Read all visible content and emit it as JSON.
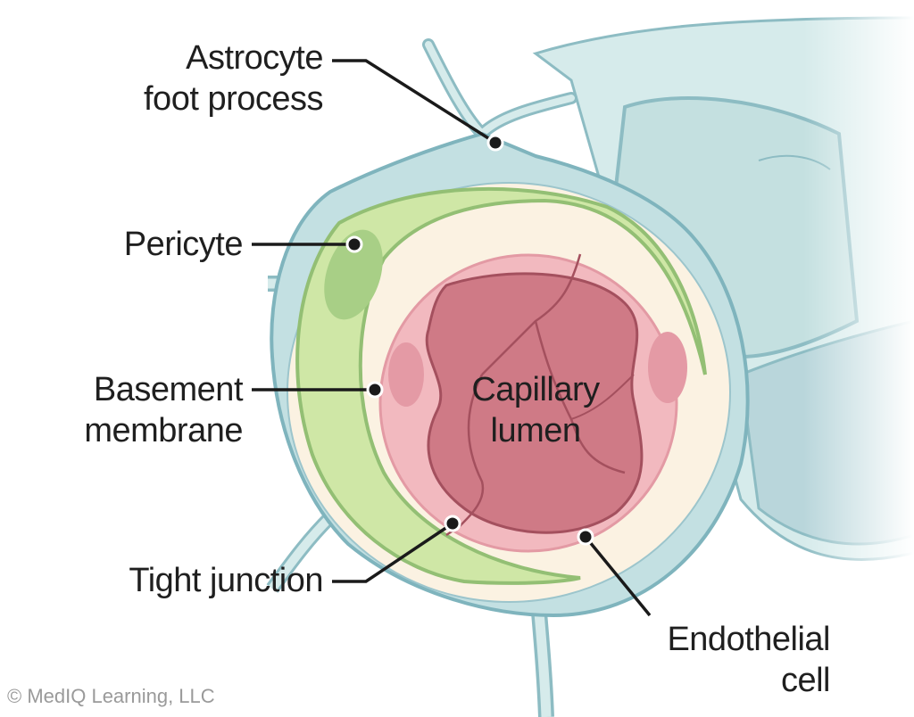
{
  "labels": {
    "astrocyte": [
      "Astrocyte",
      "foot process"
    ],
    "pericyte": "Pericyte",
    "basement": [
      "Basement",
      "membrane"
    ],
    "tight_junction": "Tight junction",
    "lumen": [
      "Capillary",
      "lumen"
    ],
    "endothelial": [
      "Endothelial",
      "cell"
    ]
  },
  "copyright": "© MedIQ Learning, LLC",
  "colors": {
    "astrocyte": "#c9e3e3",
    "astrocyte_edge": "#7fb4bd",
    "astrocyte_dark": "#9cc5cc",
    "basement": "#fbf2e2",
    "pericyte": "#cfe7a6",
    "pericyte_nucleus": "#a8cf86",
    "endothelium": "#f2b9bf",
    "lumen": "#cf7a86",
    "lumen_edge": "#a4505e",
    "leader": "#1a1a1a"
  }
}
